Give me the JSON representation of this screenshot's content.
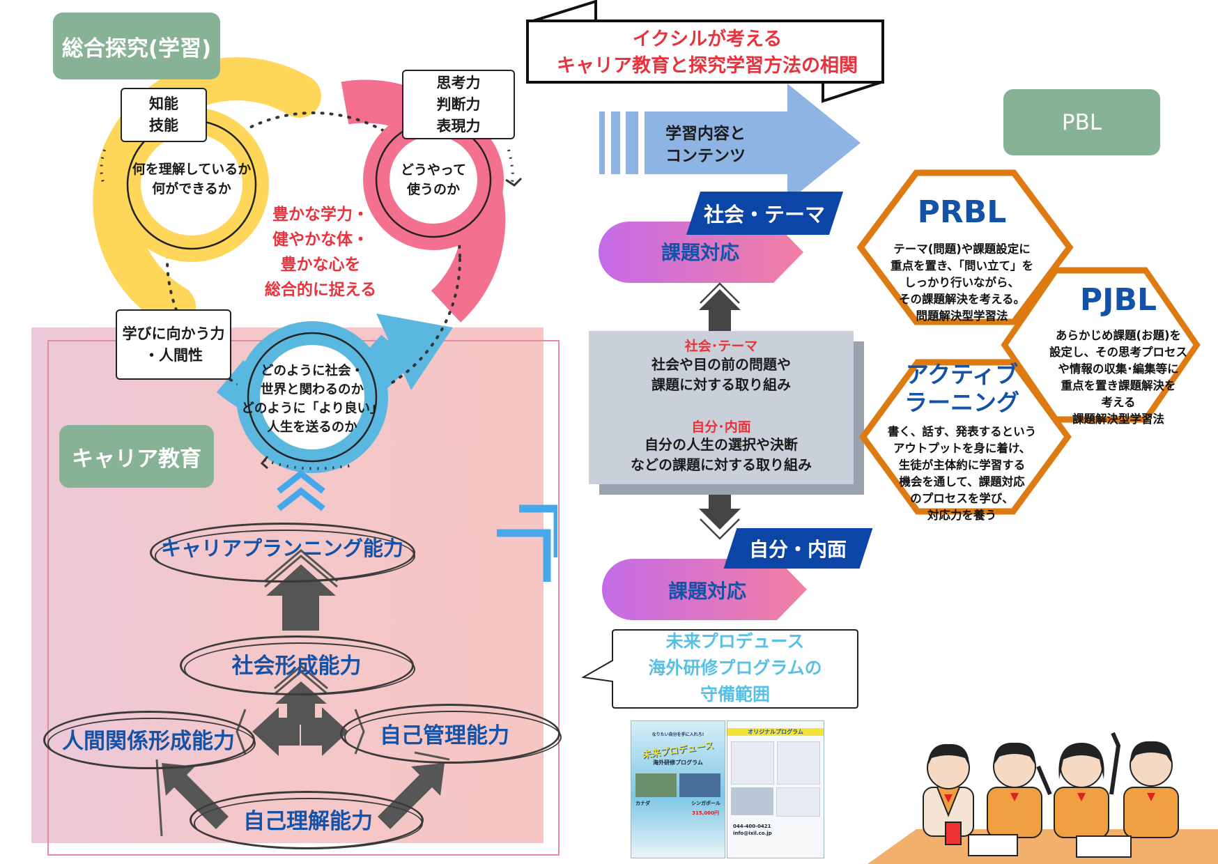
{
  "title": {
    "line1": "イクシルが考える",
    "line2": "キャリア教育と探究学習方法の相関"
  },
  "badges": {
    "integrated": "総合探究(学習)",
    "career": "キャリア教育",
    "pbl": "PBL"
  },
  "cycle": {
    "box_knowledge": "知能\n技能",
    "box_thinking": "思考力\n判断力\n表現力",
    "box_attitude": "学びに向かう力\n・人間性",
    "ring_yellow": "何を理解しているか\n何ができるか",
    "ring_pink": "どうやって\n使うのか",
    "ring_blue": "どのように社会・\n世界と関わるのか\nどのように「より良い」\n人生を送るのか",
    "center": "豊かな学力・\n健やかな体・\n豊かな心を\n総合的に捉える"
  },
  "abilities": {
    "planning": "キャリアプランニング能力",
    "social": "社会形成能力",
    "human": "人間関係形成能力",
    "self_manage": "自己管理能力",
    "self_understand": "自己理解能力"
  },
  "flow": {
    "arrow_label": "学習内容と\nコンテンツ",
    "tag_society": "社会・テーマ",
    "tag_self": "自分・内面",
    "response_top": "課題対応",
    "response_bottom": "課題対応",
    "panel_h1": "社会･テーマ",
    "panel_t1": "社会や目の前の問題や\n課題に対する取り組み",
    "panel_h2": "自分･内面",
    "panel_t2": "自分の人生の選択や決断\nなどの課題に対する取り組み"
  },
  "hexes": {
    "prbl_title": "PRBL",
    "prbl_body": "テーマ(問題)や課題設定に\n重点を置き、「問い立て」を\nしっかり行いながら、\nその課題解決を考える。\n問題解決型学習法",
    "pjbl_title": "PJBL",
    "pjbl_body": "あらかじめ課題(お題)を\n設定し、その思考プロセス\nや情報の収集･編集等に\n重点を置き課題解決を\n考える\n課題解決型学習法",
    "active_title": "アクティブ\nラーニング",
    "active_body": "書く、話す、発表するという\nアウトプットを身に着け、\n生徒が主体約に学習する\n機会を通して、課題対応\nのプロセスを学び、\n対応力を養う"
  },
  "callout": "未来プロデュース\n海外研修プログラムの\n守備範囲",
  "brochure": {
    "left_tag": "なりたい自分を手に入れろ!",
    "left_title": "未来プロデュース",
    "left_sub": "海外研修プログラム",
    "dest1": "カナダ",
    "dest2": "シンガポール",
    "price": "315,000円",
    "right_title": "オリジナルプログラム",
    "phone": "044-400-0421",
    "mail": "info@ixil.co.jp"
  },
  "colors": {
    "badge_green": "#88b295",
    "title_red": "#e8323c",
    "yellow_ring": "#fdd65a",
    "pink_ring": "#f3708f",
    "blue_ring": "#5ab8e0",
    "pink_bg": "#f5c6c8",
    "navy": "#0b45a6",
    "text_blue": "#1452a8",
    "hex_orange": "#dd7b12",
    "panel_gray": "#c9d0d9"
  }
}
